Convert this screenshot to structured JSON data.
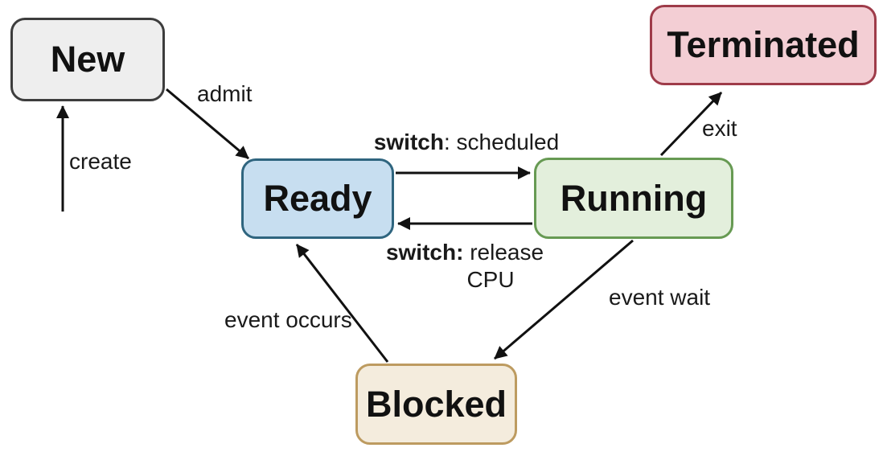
{
  "diagram": {
    "type": "state-diagram",
    "arrow_color": "#111111",
    "background": "#ffffff"
  },
  "states": {
    "new": {
      "label": "New",
      "fill": "#eeeeee",
      "border": "#3d3d3d"
    },
    "ready": {
      "label": "Ready",
      "fill": "#c7def0",
      "border": "#2f657f"
    },
    "running": {
      "label": "Running",
      "fill": "#e3efdc",
      "border": "#679a53"
    },
    "terminated": {
      "label": "Terminated",
      "fill": "#f3ced4",
      "border": "#9e3b49"
    },
    "blocked": {
      "label": "Blocked",
      "fill": "#f4ecdd",
      "border": "#bd9b60"
    }
  },
  "transitions": {
    "create": {
      "label": "create",
      "from": "start",
      "to": "New"
    },
    "admit": {
      "label": "admit",
      "from": "New",
      "to": "Ready"
    },
    "scheduled": {
      "bold": "switch",
      "rest": ": scheduled",
      "from": "Ready",
      "to": "Running"
    },
    "release": {
      "bold": "switch:",
      "rest": " release",
      "line2": "CPU",
      "from": "Running",
      "to": "Ready"
    },
    "exit": {
      "label": "exit",
      "from": "Running",
      "to": "Terminated"
    },
    "event_wait": {
      "label": "event wait",
      "from": "Running",
      "to": "Blocked"
    },
    "event_occurs": {
      "label": "event occurs",
      "from": "Blocked",
      "to": "Ready"
    }
  }
}
